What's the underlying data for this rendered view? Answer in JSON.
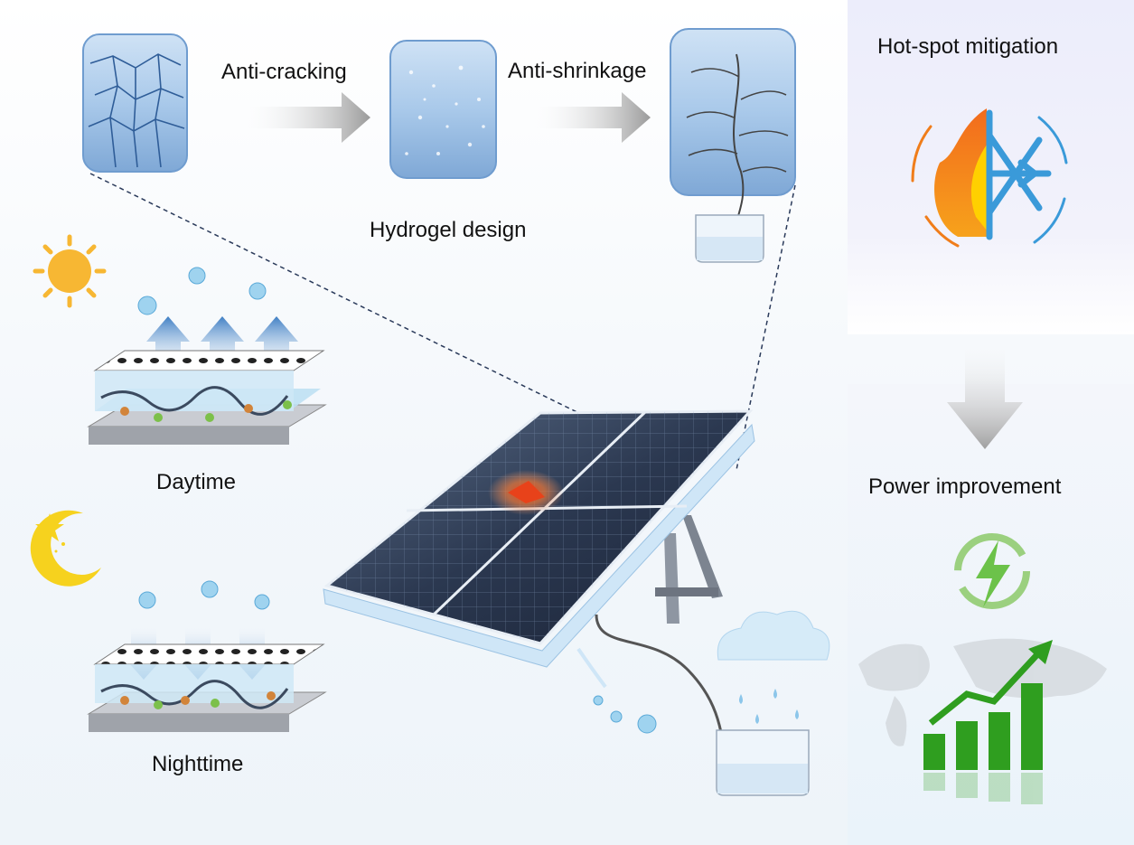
{
  "labels": {
    "anti_cracking": "Anti-cracking",
    "anti_shrinkage": "Anti-shrinkage",
    "hydrogel_design": "Hydrogel design",
    "daytime": "Daytime",
    "nighttime": "Nighttime",
    "hot_spot": "Hot-spot mitigation",
    "power": "Power improvement"
  },
  "colors": {
    "hydrogel": "#9fc3e6",
    "arrow_gray": "#9a9a9a",
    "arrow_blue": "#4a86c8",
    "flame_orange": "#f07d1a",
    "flame_yellow": "#ffd000",
    "snow_blue": "#3a9ad9",
    "bolt_green": "#6cc24a",
    "bar_green": "#2f9e1f",
    "sun": "#f7b733",
    "moon": "#f6d21e",
    "hot_spot_red": "#e8421a"
  },
  "icons": [
    "sun-icon",
    "moon-icon",
    "fire-snowflake-icon",
    "lightning-icon",
    "bar-growth-icon",
    "world-map-icon"
  ]
}
